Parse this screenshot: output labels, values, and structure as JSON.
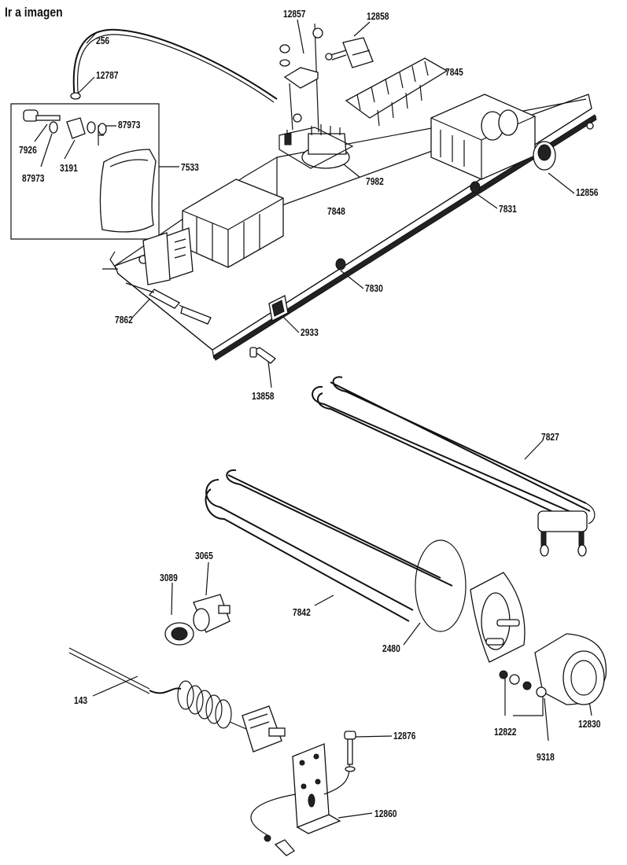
{
  "link": {
    "label": "Ir a imagen"
  },
  "parts": {
    "p256": "256",
    "p12787": "12787",
    "p12857": "12857",
    "p12858": "12858",
    "p7845": "7845",
    "p87973a": "87973",
    "p87973b": "87973",
    "p7926": "7926",
    "p3191": "3191",
    "p7533": "7533",
    "p7982": "7982",
    "p12856": "12856",
    "p7831": "7831",
    "p7848": "7848",
    "p7830": "7830",
    "p7862": "7862",
    "p2933": "2933",
    "p13858": "13858",
    "p7827": "7827",
    "p3065": "3065",
    "p3089": "3089",
    "p7842": "7842",
    "p2480": "2480",
    "p143": "143",
    "p12830": "12830",
    "p12822": "12822",
    "p9318": "9318",
    "p12876": "12876",
    "p12860": "12860"
  }
}
